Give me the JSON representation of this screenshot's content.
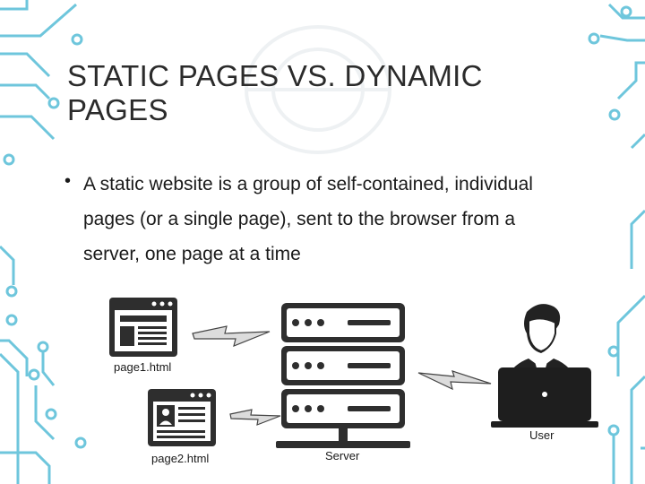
{
  "slide": {
    "title": "STATIC PAGES VS. DYNAMIC PAGES",
    "bullet": "A static website is a group of self-contained, individual pages (or a single page), sent to the browser from a server, one page at a time"
  },
  "diagram": {
    "page1_label": "page1.html",
    "page2_label": "page2.html",
    "server_label": "Server",
    "user_label": "User"
  },
  "colors": {
    "circuit": "#6ec6dc",
    "dark_icon": "#2e2e2e",
    "title_text": "#2b2b2b"
  }
}
